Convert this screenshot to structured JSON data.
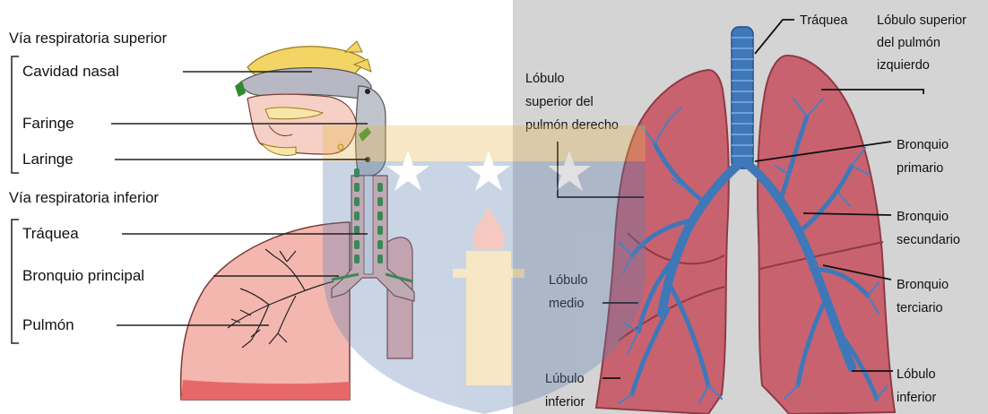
{
  "left_panel": {
    "upper_section_title": "Vía respiratoria superior",
    "lower_section_title": "Vía respiratoria inferior",
    "labels": {
      "nasal_cavity": "Cavidad nasal",
      "pharynx": "Faringe",
      "larynx": "Laringe",
      "trachea": "Tráquea",
      "main_bronchus": "Bronquio principal",
      "lung": "Pulmón"
    }
  },
  "right_panel": {
    "labels": {
      "trachea": "Tráquea",
      "left_upper_lobe": [
        "Lóbulo superior",
        "del pulmón",
        "izquierdo"
      ],
      "right_upper_lobe": [
        "Lóbulo",
        "superior del",
        "pulmón derecho"
      ],
      "primary_bronchus": [
        "Bronquio",
        "primario"
      ],
      "secondary_bronchus": [
        "Bronquio",
        "secundario"
      ],
      "tertiary_bronchus": [
        "Bronquio",
        "terciario"
      ],
      "middle_lobe": [
        "Lóbulo",
        "medio"
      ],
      "right_lower_lobe": [
        "Lúbulo",
        "inferior"
      ],
      "left_lower_lobe": [
        "Lóbulo",
        "inferior"
      ]
    }
  },
  "colors": {
    "right_background": "#d4d4d4",
    "lung_left_diagram": "#f4b7b0",
    "lung_tissue": "#c9626f",
    "bronchi": "#3f78b9",
    "cartilage": "#2e8b2e",
    "bone": "#f2d565",
    "watermark_blue": "#5a7fb0",
    "watermark_gold": "#e8b84a"
  }
}
